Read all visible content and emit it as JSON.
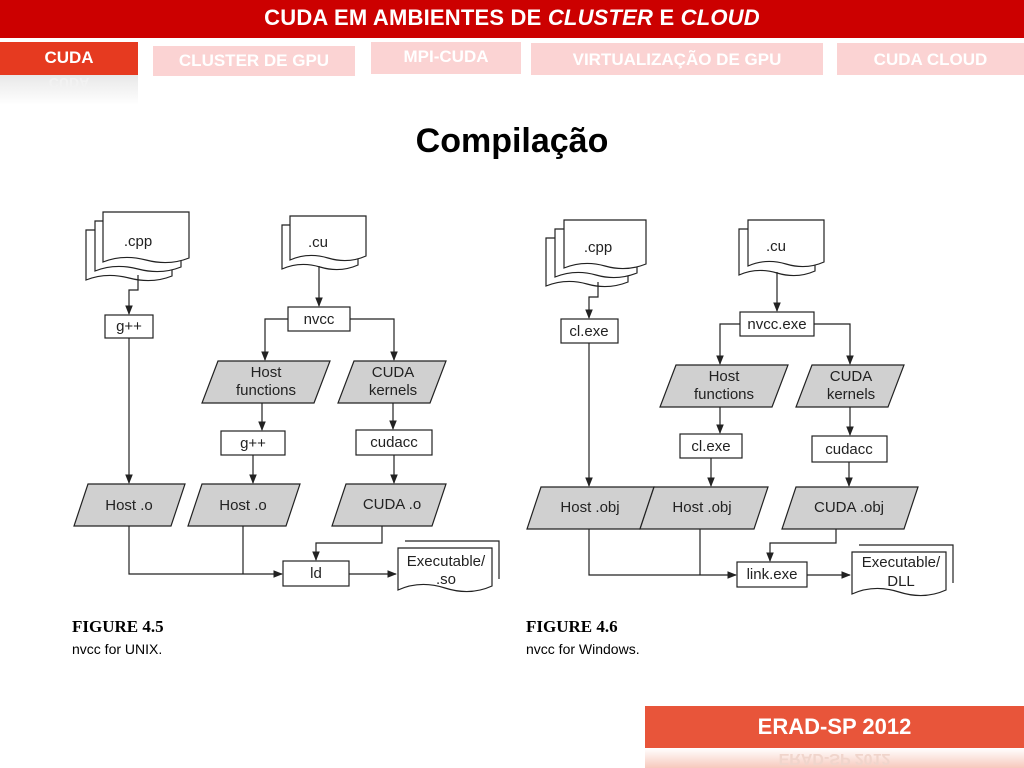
{
  "header": {
    "title_prefix": "CUDA EM AMBIENTES DE",
    "title_italic_1": "CLUSTER",
    "title_connector": "E",
    "title_italic_2": "CLOUD"
  },
  "tabs": [
    {
      "label": "CUDA",
      "active": true
    },
    {
      "label": "CLUSTER DE GPU",
      "active": false
    },
    {
      "label": "MPI-CUDA",
      "active": false
    },
    {
      "label": "VIRTUALIZAÇÃO DE GPU",
      "active": false
    },
    {
      "label": "CUDA CLOUD",
      "active": false
    }
  ],
  "tab_reflection": "CUDA",
  "slide_title": "Compilação",
  "figures": [
    {
      "label": "FIGURE 4.5",
      "caption": "nvcc for UNIX.",
      "nodes": {
        "src_cpp": ".cpp",
        "src_cu": ".cu",
        "compiler_cpp": "g++",
        "nvcc": "nvcc",
        "host_functions": [
          "Host",
          "functions"
        ],
        "cuda_kernels": [
          "CUDA",
          "kernels"
        ],
        "host_compiler": "g++",
        "cudacc": "cudacc",
        "obj_1": "Host .o",
        "obj_2": "Host .o",
        "obj_3": "CUDA .o",
        "linker": "ld",
        "output": [
          "Executable/",
          ".so"
        ]
      }
    },
    {
      "label": "FIGURE 4.6",
      "caption": "nvcc for Windows.",
      "nodes": {
        "src_cpp": ".cpp",
        "src_cu": ".cu",
        "compiler_cpp": "cl.exe",
        "nvcc": "nvcc.exe",
        "host_functions": [
          "Host",
          "functions"
        ],
        "cuda_kernels": [
          "CUDA",
          "kernels"
        ],
        "host_compiler": "cl.exe",
        "cudacc": "cudacc",
        "obj_1": "Host .obj",
        "obj_2": "Host .obj",
        "obj_3": "CUDA .obj",
        "linker": "link.exe",
        "output": [
          "Executable/",
          "DLL"
        ]
      }
    }
  ],
  "footer": {
    "label": "ERAD-SP 2012"
  },
  "colors": {
    "header_red": "#cc0000",
    "active_tab": "#e63a20",
    "inactive_tab": "#fbd3d3",
    "footer_bg": "#e8553a",
    "shape_fill_gray": "#d0d0d0"
  }
}
